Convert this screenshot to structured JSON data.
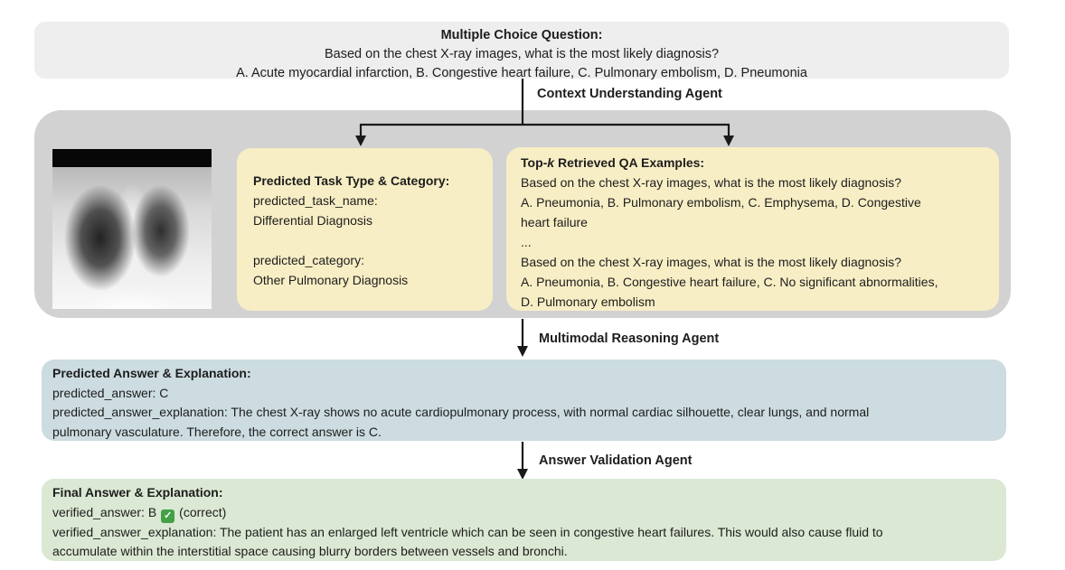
{
  "question_box": {
    "title": "Multiple Choice Question:",
    "line1": "Based on the chest X-ray images, what is the most likely diagnosis?",
    "line2": "A. Acute myocardial infarction, B. Congestive heart failure, C. Pulmonary embolism, D. Pneumonia"
  },
  "agents": {
    "context": "Context Understanding Agent",
    "reasoning": "Multimodal Reasoning Agent",
    "validation": "Answer Validation Agent"
  },
  "task_box": {
    "title": "Predicted Task Type & Category:",
    "lines": [
      "predicted_task_name:",
      "Differential Diagnosis",
      "",
      "predicted_category:",
      "Other Pulmonary Diagnosis"
    ]
  },
  "retrieval_box": {
    "title_prefix": "Top-",
    "title_k": "k",
    "title_suffix": " Retrieved QA Examples:",
    "lines": [
      "Based on the chest X-ray images, what is the most likely diagnosis?",
      "A. Pneumonia, B. Pulmonary embolism, C. Emphysema, D. Congestive",
      "heart failure",
      "...",
      "Based on the chest X-ray images, what is the most likely diagnosis?",
      "A. Pneumonia, B. Congestive heart failure, C. No significant abnormalities,",
      "D. Pulmonary embolism"
    ]
  },
  "predicted_box": {
    "title": "Predicted Answer & Explanation:",
    "answer": "predicted_answer: C",
    "explanation_lines": [
      "predicted_answer_explanation: The chest X-ray shows no acute cardiopulmonary process, with normal cardiac silhouette, clear lungs, and normal",
      "pulmonary vasculature. Therefore, the correct answer is C."
    ]
  },
  "final_box": {
    "title": "Final Answer & Explanation:",
    "answer_prefix": "verified_answer: B",
    "check_icon": "✓",
    "answer_suffix": "(correct)",
    "explanation_lines": [
      "verified_answer_explanation: The patient has an enlarged left ventricle which can be seen in congestive heart failures. This would also cause fluid to",
      "accumulate within the interstitial space causing blurry borders between vessels and bronchi."
    ]
  },
  "colors": {
    "question_box_bg": "#eeeeee",
    "stage_container_bg": "#d2d2d2",
    "note_box_bg": "#f8eec5",
    "predicted_box_bg": "#ccdce1",
    "final_box_bg": "#dbe8d3",
    "check_green": "#43a047",
    "connector": "#1a1a1a"
  }
}
